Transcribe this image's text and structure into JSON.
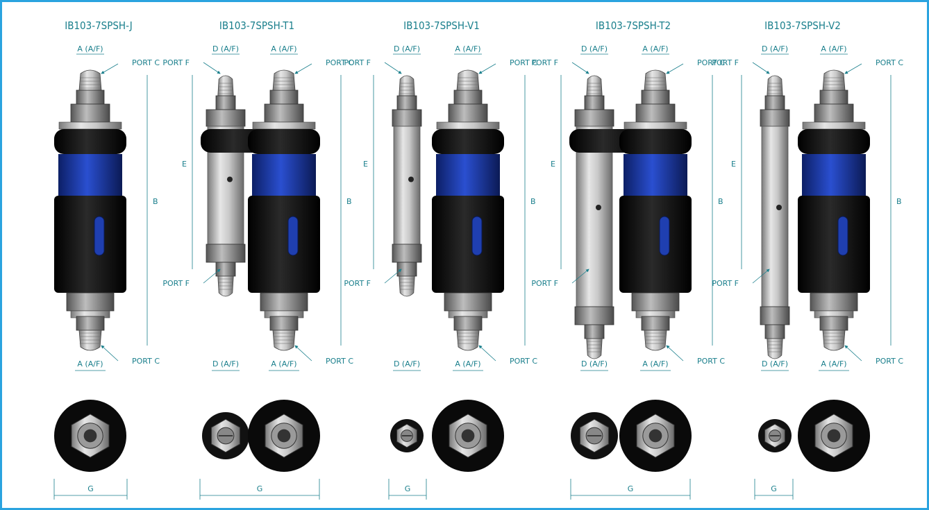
{
  "drawing": {
    "views": [
      {
        "title": "IB103-7SPSH-J",
        "variant": "J"
      },
      {
        "title": "IB103-7SPSH-T1",
        "variant": "T1"
      },
      {
        "title": "IB103-7SPSH-V1",
        "variant": "V1"
      },
      {
        "title": "IB103-7SPSH-T2",
        "variant": "T2"
      },
      {
        "title": "IB103-7SPSH-V2",
        "variant": "V2"
      }
    ],
    "labels": {
      "a_af": "A (A/F)",
      "d_af": "D (A/F)",
      "port_c": "PORT C",
      "port_f": "PORT F",
      "b": "B",
      "e": "E",
      "g": "G"
    }
  },
  "colors": {
    "frame": "#2aa3df",
    "dimension": "#1a7f8c",
    "body_black": "#111111",
    "body_blue": "#1f3fb0",
    "metal": "#b8b8b8"
  }
}
